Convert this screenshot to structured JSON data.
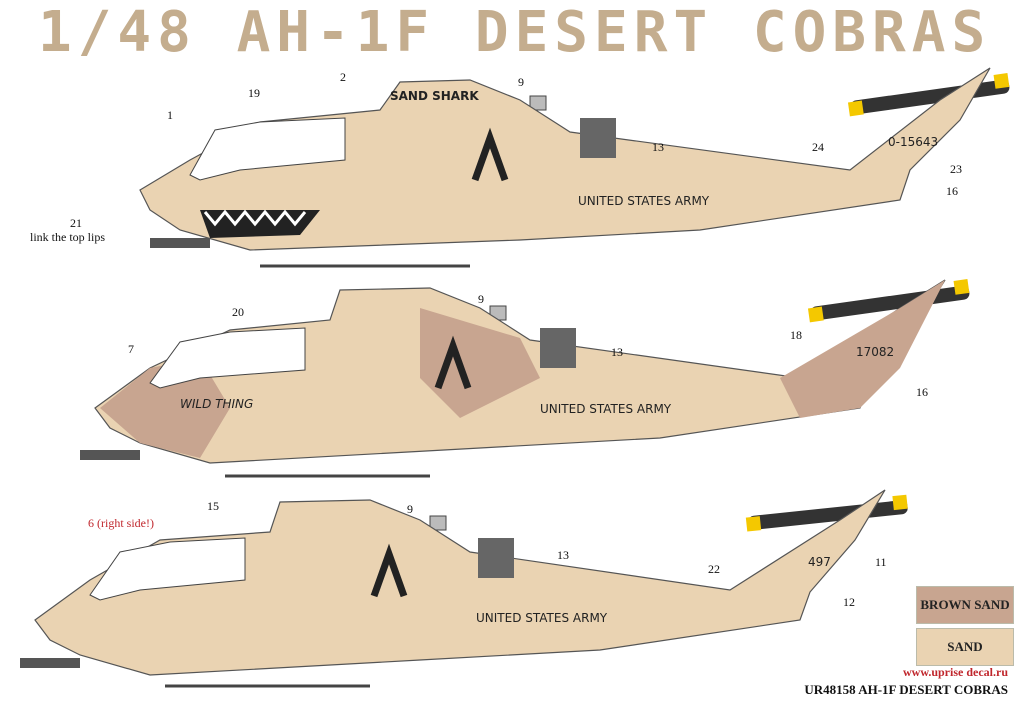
{
  "title": "1/48 AH-1F DESERT COBRAS",
  "helicopters": [
    {
      "nose_art": "SAND SHARK",
      "serial": "0-15643",
      "side_marking": "UNITED STATES ARMY",
      "callouts": {
        "c1": "1",
        "c2": "2",
        "c19": "19",
        "c9": "9",
        "c13": "13",
        "c24": "24",
        "c23": "23",
        "c16": "16",
        "c21": "21",
        "c21_note": "link the top lips"
      }
    },
    {
      "nose_art": "WILD THING",
      "serial": "17082",
      "side_marking": "UNITED STATES ARMY",
      "callouts": {
        "c20": "20",
        "c7": "7",
        "c9": "9",
        "c13": "13",
        "c18": "18",
        "c16": "16"
      }
    },
    {
      "serial": "497",
      "side_marking": "UNITED STATES ARMY",
      "callouts": {
        "c15": "15",
        "c6": "6 (right side!)",
        "c9": "9",
        "c13": "13",
        "c22": "22",
        "c11": "11",
        "c12": "12"
      }
    }
  ],
  "legend": {
    "brown_sand": {
      "label": "BROWN SAND",
      "color": "#c8a590"
    },
    "sand": {
      "label": "SAND",
      "color": "#ead3b2"
    }
  },
  "website": "www.uprise decal.ru",
  "product_code": "UR48158 AH-1F DESERT COBRAS",
  "colors": {
    "sand": "#ead3b2",
    "brown_sand": "#c8a590",
    "title": "#c4ad8e",
    "yellow": "#f4c800"
  }
}
